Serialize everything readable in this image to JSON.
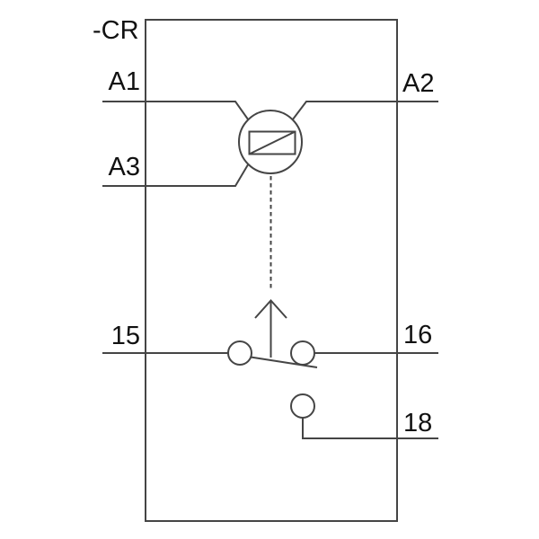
{
  "diagram": {
    "designation": "-CR",
    "labels": {
      "a1": "A1",
      "a2": "A2",
      "a3": "A3",
      "c15": "15",
      "c16": "16",
      "c18": "18"
    },
    "colors": {
      "line": "#454545",
      "text": "#111111",
      "background": "#ffffff"
    }
  }
}
